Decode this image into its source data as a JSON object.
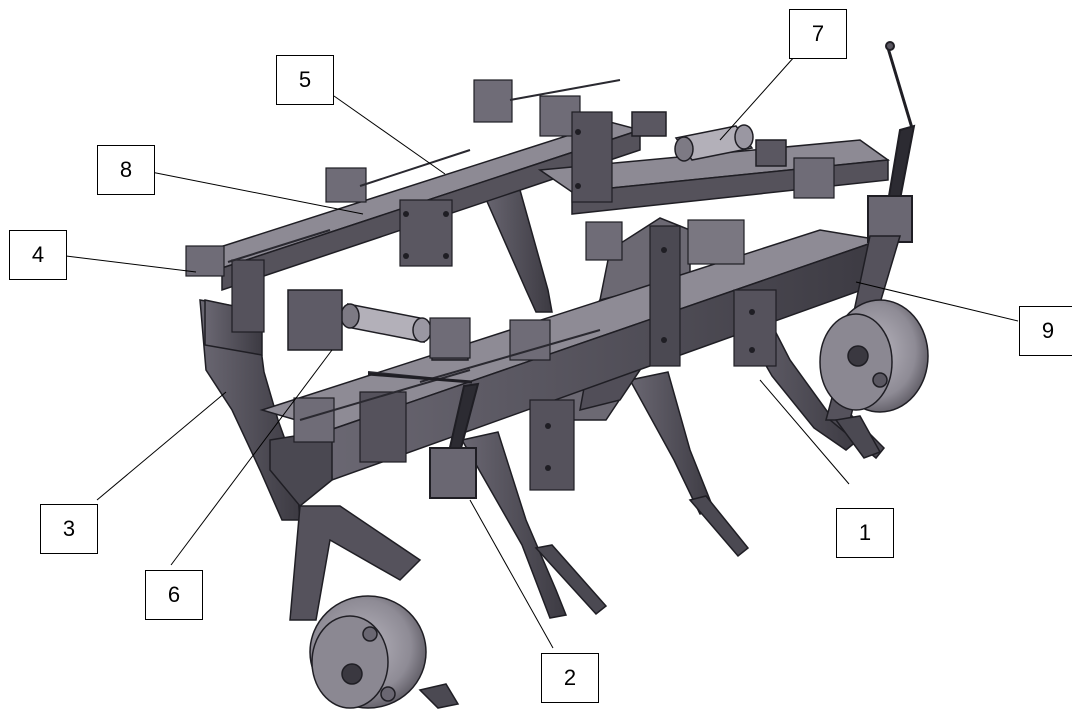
{
  "colors": {
    "metal_light": "#8a8791",
    "metal_mid": "#5f5c67",
    "metal_dark": "#3a3840",
    "edge": "#1f1e24",
    "label_border": "#000000",
    "background": "#ffffff"
  },
  "labels": [
    {
      "id": "1",
      "text": "1"
    },
    {
      "id": "2",
      "text": "2"
    },
    {
      "id": "3",
      "text": "3"
    },
    {
      "id": "4",
      "text": "4"
    },
    {
      "id": "5",
      "text": "5"
    },
    {
      "id": "6",
      "text": "6"
    },
    {
      "id": "7",
      "text": "7"
    },
    {
      "id": "8",
      "text": "8"
    },
    {
      "id": "9",
      "text": "9"
    }
  ]
}
